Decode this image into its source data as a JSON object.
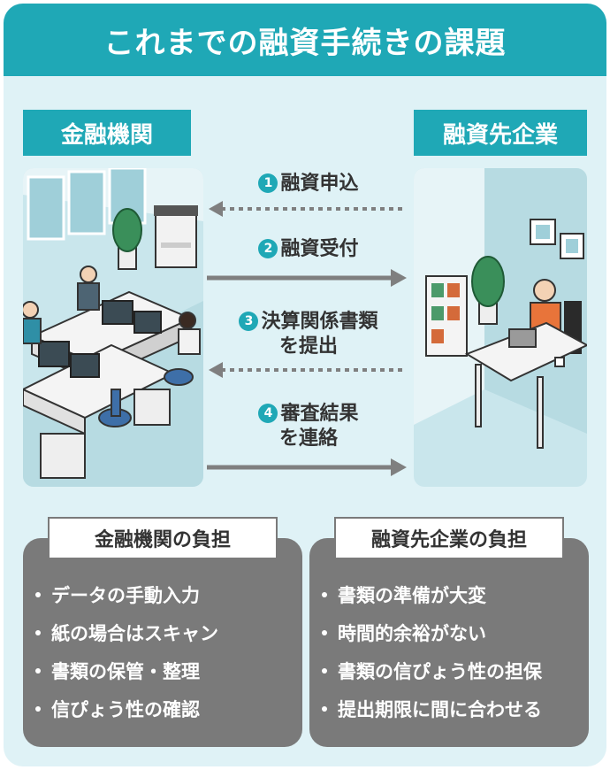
{
  "title": "これまでの融資手続きの課題",
  "bank": {
    "label": "金融機関"
  },
  "company": {
    "label": "融資先企業"
  },
  "steps": [
    {
      "num": "1",
      "line1": "融資申込",
      "line2": "",
      "direction": "left"
    },
    {
      "num": "2",
      "line1": "融資受付",
      "line2": "",
      "direction": "right"
    },
    {
      "num": "3",
      "line1": "決算関係書類",
      "line2": "を提出",
      "direction": "left"
    },
    {
      "num": "4",
      "line1": "審査結果",
      "line2": "を連絡",
      "direction": "right"
    }
  ],
  "bank_burden": {
    "title": "金融機関の負担",
    "items": [
      "データの手動入力",
      "紙の場合はスキャン",
      "書類の保管・整理",
      "信ぴょう性の確認"
    ]
  },
  "company_burden": {
    "title": "融資先企業の負担",
    "items": [
      "書類の準備が大変",
      "時間的余裕がない",
      "書類の信ぴょう性の担保",
      "提出期限に間に合わせる"
    ]
  },
  "colors": {
    "accent": "#1fa8b6",
    "background": "#dff2f6",
    "panel": "#7a7a7a",
    "arrow": "#7f7f7f"
  }
}
